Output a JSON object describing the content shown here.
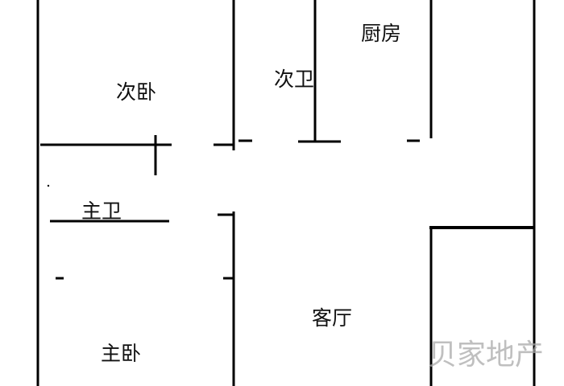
{
  "rooms": {
    "second_bedroom": "次卧",
    "second_bathroom": "次卫",
    "kitchen": "厨房",
    "master_bathroom": "主卫",
    "master_bedroom": "主卧",
    "living_room": "客厅"
  },
  "watermark": "贝家地产",
  "colors": {
    "wall": "#000000",
    "watermark": "#aaaaaa"
  }
}
